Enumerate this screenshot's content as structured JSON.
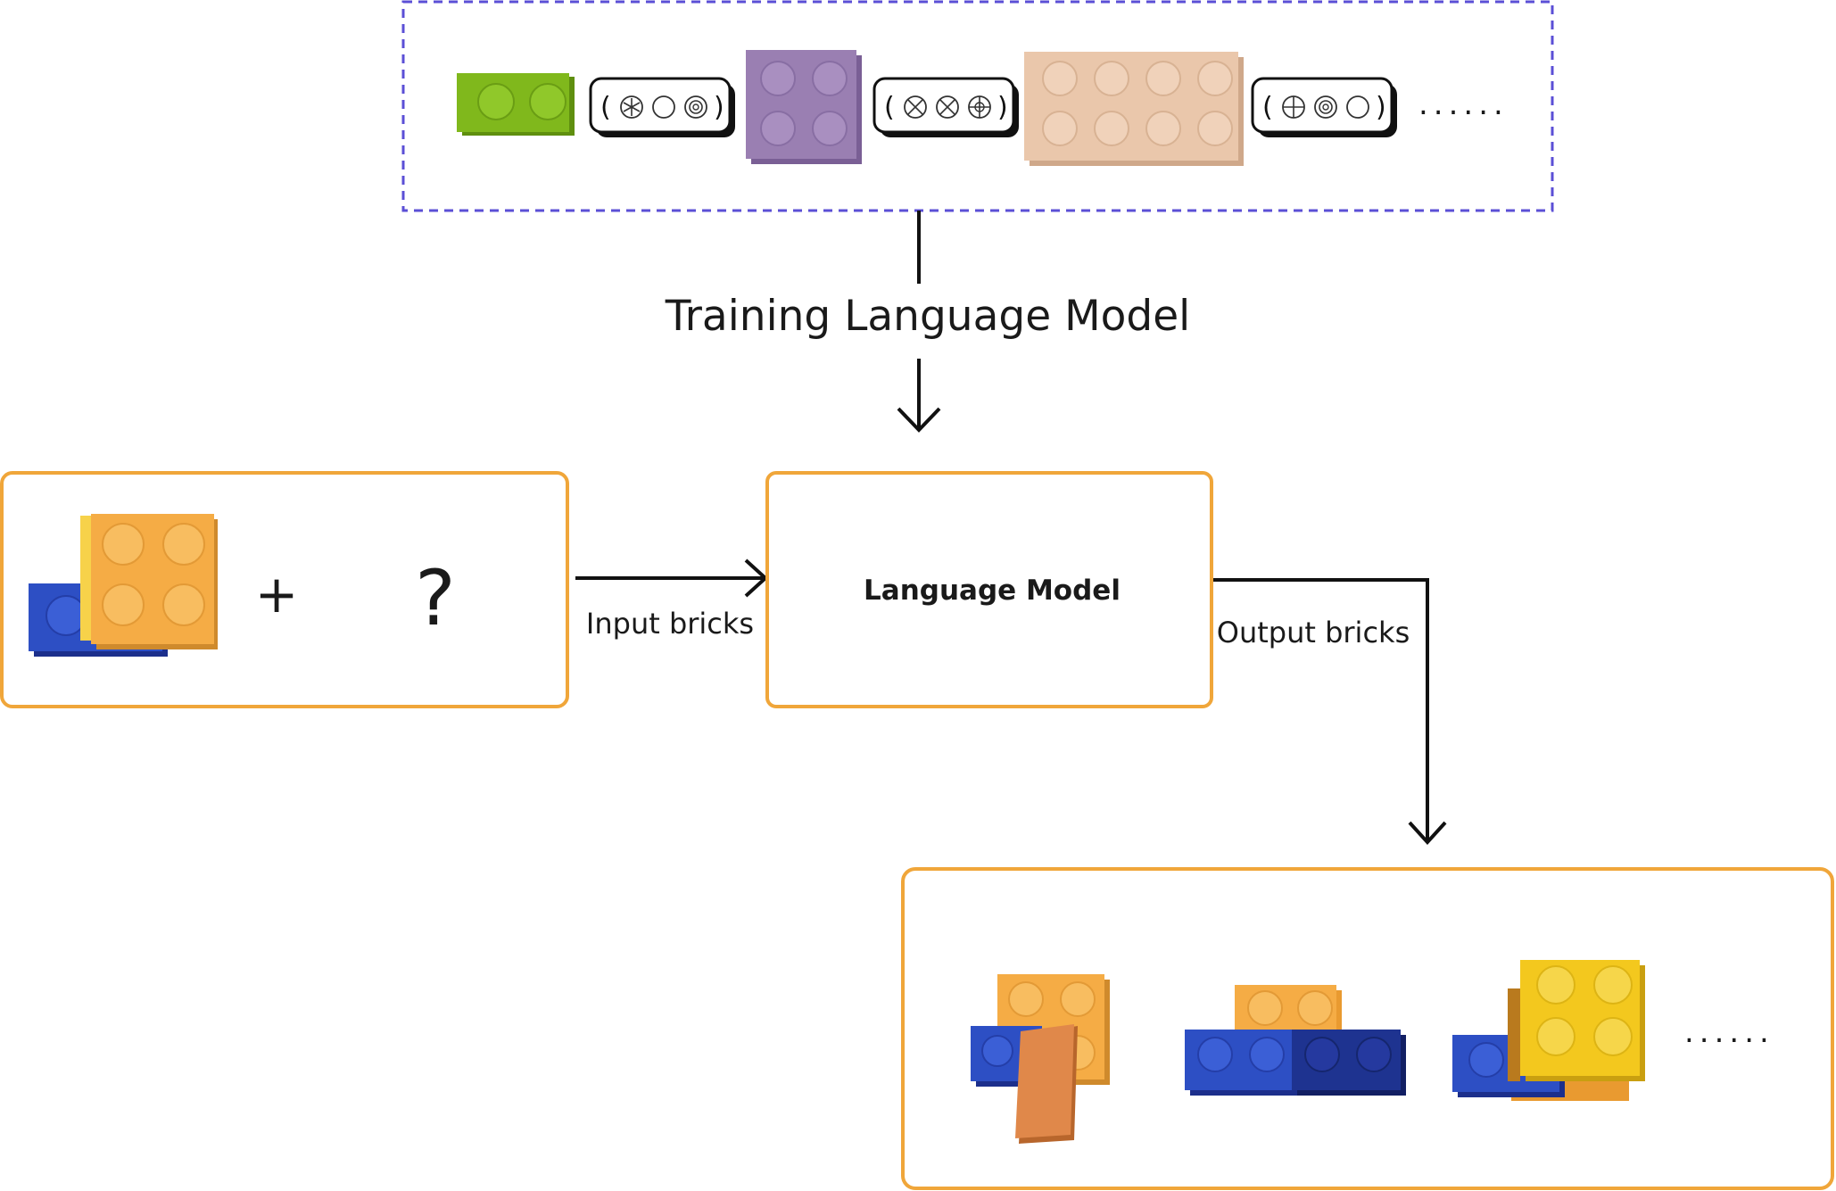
{
  "training": {
    "label": "Training Language Model",
    "ellipsis": "......"
  },
  "input": {
    "plus": "+",
    "question": "?",
    "arrow_label": "Input bricks"
  },
  "model": {
    "label": "Language Model"
  },
  "output": {
    "arrow_label": "Output bricks",
    "ellipsis": "......"
  },
  "colors": {
    "dashed_border": "#5b4fd6",
    "box_border": "#f0a63a",
    "green_brick": "#7fb51a",
    "purple_brick": "#9a7fb2",
    "peach_brick": "#e9c5a8",
    "orange_brick": "#f5ac45",
    "blue_brick": "#2d4fc4",
    "dark_blue_brick": "#1e3390",
    "yellow_brick": "#f3c81e",
    "tan_brick": "#e0884a"
  },
  "token_groups": [
    {
      "symbols": [
        "asterisk-circle",
        "circle",
        "double-circle"
      ]
    },
    {
      "symbols": [
        "cross-circle",
        "cross-circle",
        "plus-dot-circle"
      ]
    },
    {
      "symbols": [
        "plus-circle",
        "double-circle",
        "circle"
      ]
    }
  ]
}
